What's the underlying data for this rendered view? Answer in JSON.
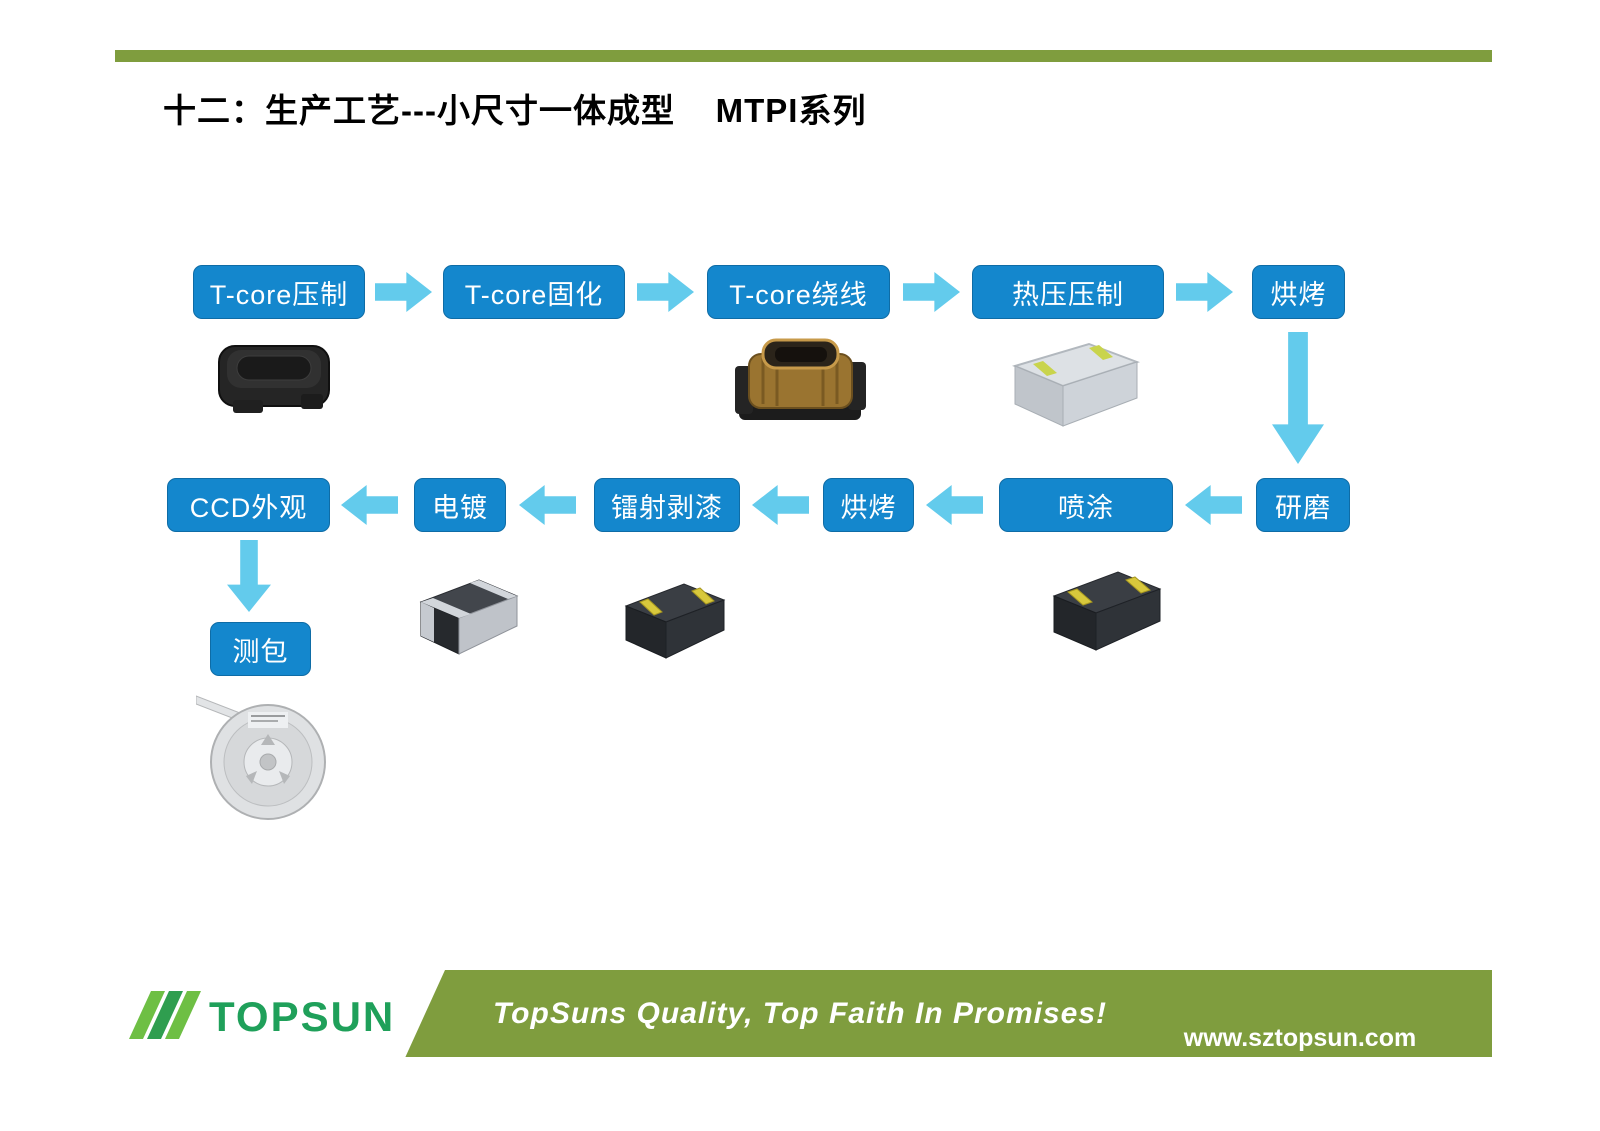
{
  "title": "十二：生产工艺---小尺寸一体成型    MTPI系列",
  "flow": {
    "row1": [
      "T-core压制",
      "T-core固化",
      "T-core绕线",
      "热压压制",
      "烘烤"
    ],
    "row2": [
      "CCD外观",
      "电镀",
      "镭射剥漆",
      "烘烤",
      "喷涂",
      "研磨"
    ],
    "final": "测包"
  },
  "footer": {
    "logo_text": "TOPSUN",
    "slogan": "TopSuns Quality, Top Faith In Promises!",
    "website": "www.sztopsun.com"
  },
  "colors": {
    "accent_green": "#7f9d3e",
    "box_blue": "#1487cd",
    "arrow_cyan": "#63cbec",
    "logo_green": "#1fa05a"
  }
}
